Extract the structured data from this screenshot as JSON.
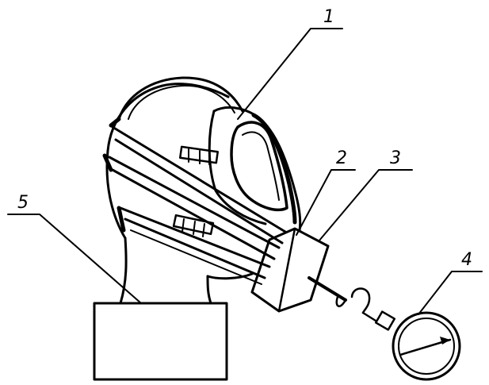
{
  "figure": {
    "callouts": [
      {
        "id": "1",
        "label": "1"
      },
      {
        "id": "2",
        "label": "2"
      },
      {
        "id": "3",
        "label": "3"
      },
      {
        "id": "4",
        "label": "4"
      },
      {
        "id": "5",
        "label": "5"
      }
    ]
  },
  "colors": {
    "ink": "#000000",
    "paper": "#ffffff"
  }
}
